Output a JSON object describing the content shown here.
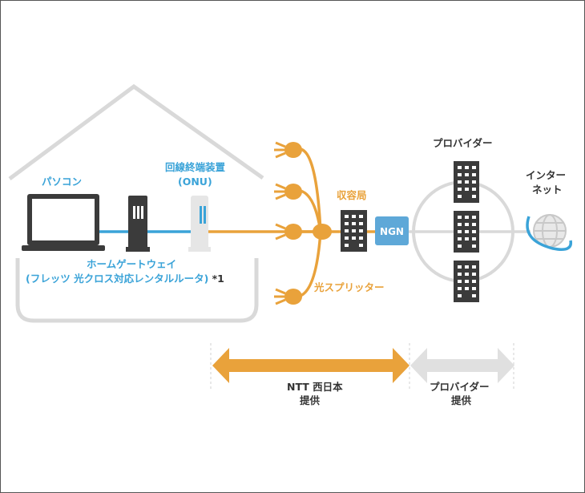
{
  "labels": {
    "pc": "パソコン",
    "onu_line1": "回線終端装置",
    "onu_line2": "(ONU)",
    "hgw_line1": "ホームゲートウェイ",
    "hgw_line2": "(フレッツ 光クロス対応レンタルルータ)",
    "hgw_note": "*1",
    "shuyokyoku": "収容局",
    "ngn": "NGN",
    "splitter": "光スプリッター",
    "provider": "プロバイダー",
    "internet_line1": "インター",
    "internet_line2": "ネット",
    "ntt_line1": "NTT 西日本",
    "ntt_line2": "提供",
    "prov_line1": "プロバイダー",
    "prov_line2": "提供"
  },
  "colors": {
    "blue": "#3aa3d8",
    "orange": "#e9a23b",
    "gray_line": "#d5d5d5",
    "arrow_gray": "#e0e0e0",
    "dark_device": "#3b3b3b",
    "ngn_box": "#5ea8d8"
  },
  "icons": [
    "laptop-icon",
    "router-icon",
    "onu-icon",
    "splitter-node-icon",
    "building-icon",
    "globe-icon"
  ]
}
